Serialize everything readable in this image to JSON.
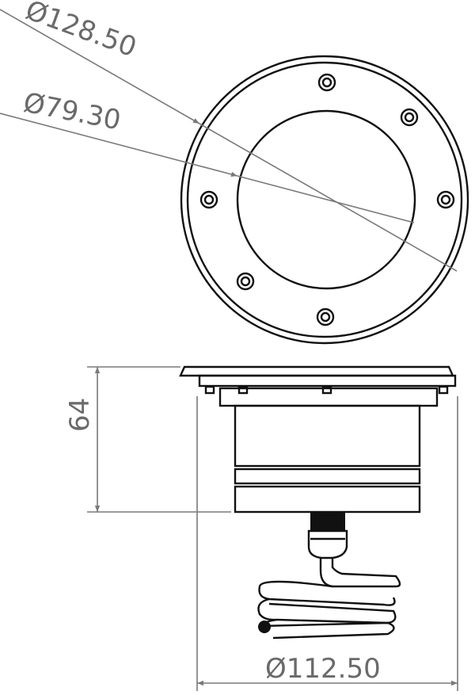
{
  "dimensions": {
    "outer_diameter": "Ø128.50",
    "inner_diameter": "Ø79.30",
    "height": "64",
    "body_diameter": "Ø112.50"
  },
  "colors": {
    "dimension": "#7a7a7a",
    "outline": "#111111"
  }
}
